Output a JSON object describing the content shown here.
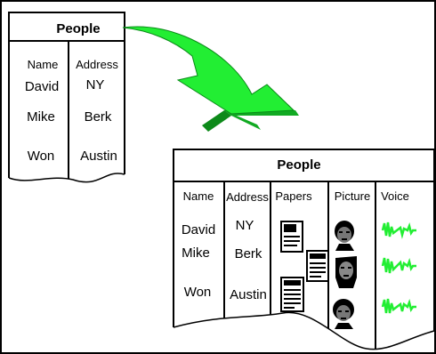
{
  "small_table": {
    "title": "People",
    "columns": [
      "Name",
      "Address"
    ],
    "rows": [
      {
        "name": "David",
        "address": "NY"
      },
      {
        "name": "Mike",
        "address": "Berk"
      },
      {
        "name": "Won",
        "address": "Austin"
      }
    ]
  },
  "large_table": {
    "title": "People",
    "columns": [
      "Name",
      "Address",
      "Papers",
      "Picture",
      "Voice"
    ],
    "rows": [
      {
        "name": "David",
        "address": "NY"
      },
      {
        "name": "Mike",
        "address": "Berk"
      },
      {
        "name": "Won",
        "address": "Austin"
      }
    ],
    "papers_icon": "document-icon",
    "picture_icon": "face-portrait-icon",
    "voice_icon": "waveform-icon"
  },
  "arrow": {
    "icon": "3d-curved-arrow-icon",
    "color": "#22ee33",
    "shade": "#11aa22"
  },
  "colors": {
    "tear_edge": "#b8b8e6",
    "border": "#000000"
  }
}
